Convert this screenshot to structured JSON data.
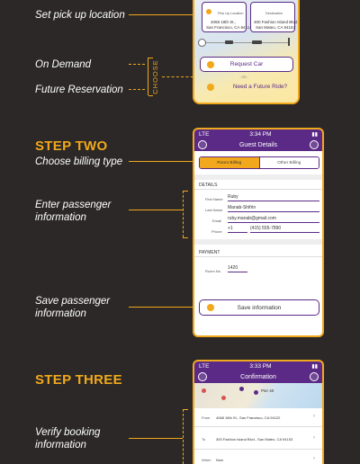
{
  "colors": {
    "background": "#2b2827",
    "accent": "#f2a81c",
    "brand": "#5b2a86"
  },
  "step_one": {
    "labels": {
      "set_pickup": "Set pick up location",
      "on_demand": "On Demand",
      "future_reservation": "Future Reservation",
      "choose": "CHOOSE"
    },
    "phone": {
      "pickup_label": "Pick Up Location",
      "pickup_line1": "4068 18th St.,",
      "pickup_line2": "San Francisco, CA 94114",
      "dest_label": "Destination",
      "dest_line1": "300 Fashion Island Blvd.,",
      "dest_line2": "San Mateo, CA 94153",
      "request_button": "Request Car",
      "or_text": "- OR -",
      "future_button": "Need a Future Ride?"
    }
  },
  "step_two": {
    "title": "STEP TWO",
    "subtitle": "Choose billing type",
    "labels": {
      "enter_info": "Enter passenger information",
      "save_info": "Save passenger information"
    },
    "phone": {
      "carrier": "LTE",
      "time": "3:34 PM",
      "nav_title": "Guest Details",
      "tab_room": "Room Billing",
      "tab_other": "Other Billing",
      "details_header": "DETAILS",
      "first_name_label": "First Name",
      "first_name": "Ruby",
      "last_name_label": "Last Name",
      "last_name": "Manab-Shifrin",
      "email_label": "Email",
      "email": "ruby.manab@gmail.com",
      "phone_label": "Phone",
      "phone_code": "+1",
      "phone_number": "(415) 555-7890",
      "payment_header": "PAYMENT",
      "room_label": "Room No.",
      "room_value": "1420",
      "save_button": "Save information"
    }
  },
  "step_three": {
    "title": "STEP THREE",
    "labels": {
      "verify": "Verify booking information"
    },
    "phone": {
      "carrier": "LTE",
      "time": "3:33 PM",
      "nav_title": "Confirmation",
      "map_pin": "Pier 40",
      "from_label": "From",
      "from_value": "4068 18th St., San Francisco, CA 94122",
      "to_label": "To",
      "to_value": "300 Fashion Island Blvd., San Mateo, CA 94153",
      "when_label": "When",
      "when_value": "Now"
    }
  }
}
